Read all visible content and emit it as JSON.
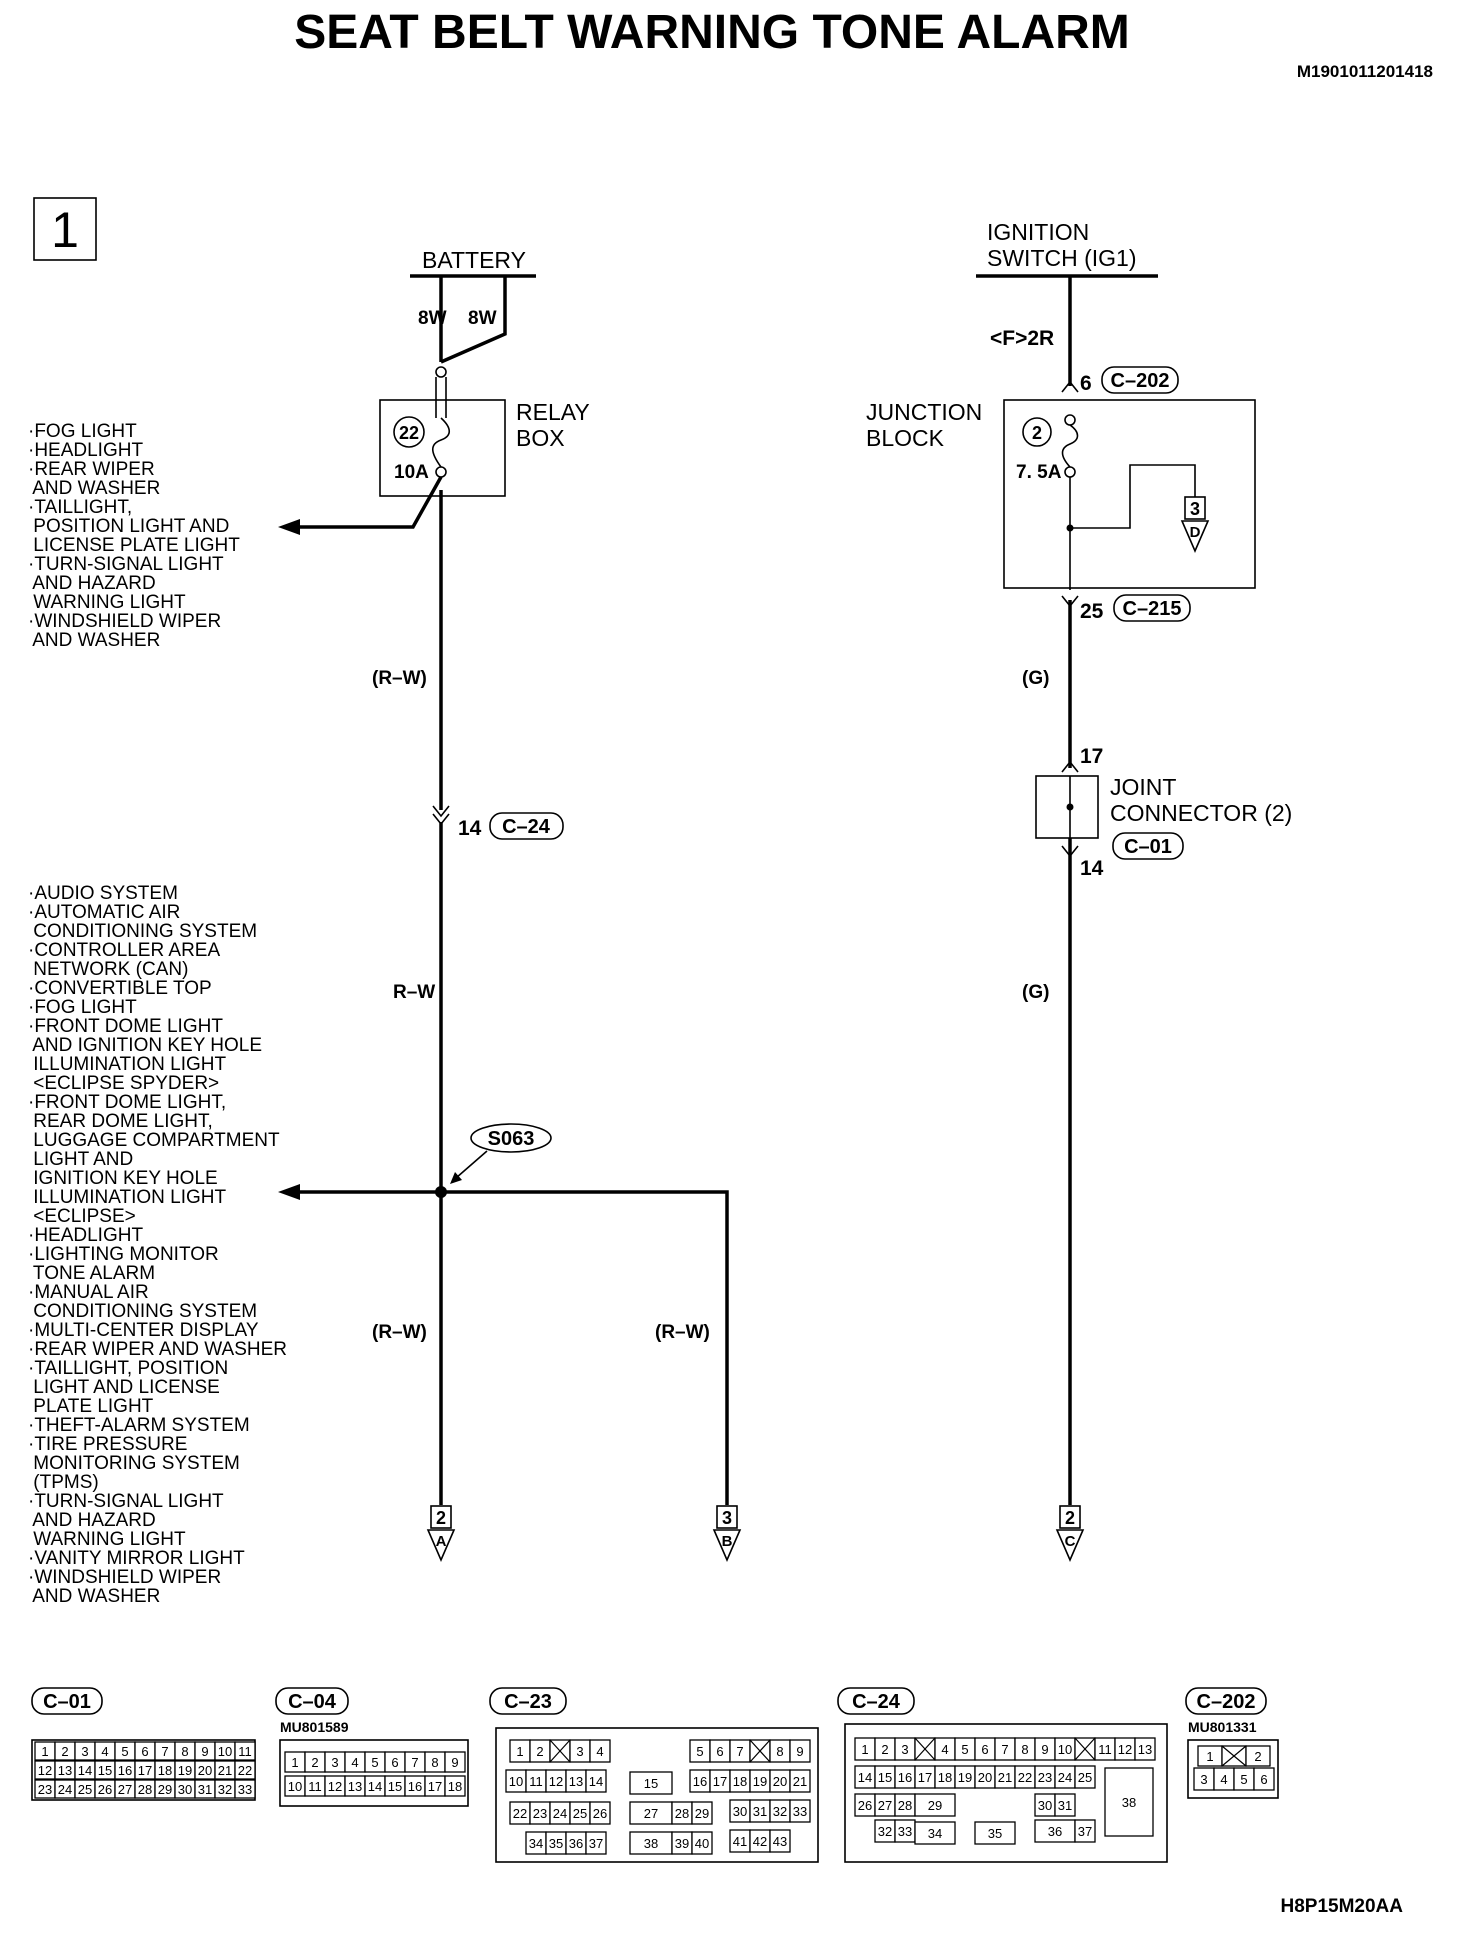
{
  "header": {
    "title": "SEAT BELT WARNING TONE ALARM",
    "doc_id": "M1901011201418",
    "footer_code": "H8P15M20AA",
    "page_number": "1"
  },
  "battery": {
    "label": "BATTERY",
    "wire_left": "8W",
    "wire_right": "8W"
  },
  "relay_box": {
    "label_line1": "RELAY",
    "label_line2": "BOX",
    "fuse_no": "22",
    "fuse_amp": "10A"
  },
  "left_circuits": [
    "·FOG LIGHT",
    "·HEADLIGHT",
    "·REAR WIPER",
    " AND WASHER",
    "·TAILLIGHT,",
    " POSITION LIGHT AND",
    " LICENSE PLATE LIGHT",
    "·TURN-SIGNAL LIGHT",
    " AND HAZARD",
    " WARNING LIGHT",
    "·WINDSHIELD WIPER",
    " AND WASHER"
  ],
  "left_wire": {
    "color1": "(R–W)",
    "pin": "14",
    "connector": "C–24",
    "color2": "R–W",
    "splice": "S063",
    "color3": "(R–W)",
    "branch_color": "(R–W)"
  },
  "splice_circuits": [
    "·AUDIO SYSTEM",
    "·AUTOMATIC AIR",
    " CONDITIONING SYSTEM",
    "·CONTROLLER AREA",
    " NETWORK (CAN)",
    "·CONVERTIBLE TOP",
    "·FOG LIGHT",
    "·FRONT DOME LIGHT",
    " AND IGNITION KEY HOLE",
    " ILLUMINATION LIGHT",
    " <ECLIPSE SPYDER>",
    "·FRONT DOME LIGHT,",
    " REAR DOME LIGHT,",
    " LUGGAGE COMPARTMENT",
    " LIGHT AND",
    " IGNITION KEY HOLE",
    " ILLUMINATION LIGHT",
    " <ECLIPSE>",
    "·HEADLIGHT",
    "·LIGHTING MONITOR",
    " TONE ALARM",
    "·MANUAL AIR",
    " CONDITIONING SYSTEM",
    "·MULTI-CENTER DISPLAY",
    "·REAR WIPER AND WASHER",
    "·TAILLIGHT, POSITION",
    " LIGHT AND LICENSE",
    " PLATE LIGHT",
    "·THEFT-ALARM SYSTEM",
    "·TIRE PRESSURE",
    " MONITORING SYSTEM",
    " (TPMS)",
    "·TURN-SIGNAL LIGHT",
    " AND HAZARD",
    " WARNING LIGHT",
    "·VANITY MIRROR LIGHT",
    "·WINDSHIELD WIPER",
    " AND WASHER"
  ],
  "ignition": {
    "label_line1": "IGNITION",
    "label_line2": "SWITCH (IG1)",
    "wire": "<F>2R"
  },
  "junction_block": {
    "label_line1": "JUNCTION",
    "label_line2": "BLOCK",
    "fuse_no": "2",
    "fuse_amp": "7. 5A",
    "in_pin": "6",
    "in_connector": "C–202",
    "out_pin": "25",
    "out_connector": "C–215",
    "ref_page": "3",
    "ref_letter": "D"
  },
  "right_wire": {
    "color1": "(G)",
    "color2": "(G)"
  },
  "joint_connector": {
    "label_line1": "JOINT",
    "label_line2": "CONNECTOR (2)",
    "in_pin": "17",
    "out_pin": "14",
    "connector": "C–01"
  },
  "continuations": [
    {
      "page": "2",
      "letter": "A"
    },
    {
      "page": "3",
      "letter": "B"
    },
    {
      "page": "2",
      "letter": "C"
    }
  ],
  "connectors": {
    "c01": {
      "name": "C–01",
      "rows": [
        [
          "1",
          "2",
          "3",
          "4",
          "5",
          "6",
          "7",
          "8",
          "9",
          "10",
          "11"
        ],
        [
          "12",
          "13",
          "14",
          "15",
          "16",
          "17",
          "18",
          "19",
          "20",
          "21",
          "22"
        ],
        [
          "23",
          "24",
          "25",
          "26",
          "27",
          "28",
          "29",
          "30",
          "31",
          "32",
          "33"
        ]
      ]
    },
    "c04": {
      "name": "C–04",
      "part": "MU801589",
      "rows": [
        [
          "1",
          "2",
          "3",
          "4",
          "5",
          "6",
          "7",
          "8",
          "9"
        ],
        [
          "10",
          "11",
          "12",
          "13",
          "14",
          "15",
          "16",
          "17",
          "18"
        ]
      ]
    },
    "c23": {
      "name": "C–23",
      "top_left": [
        "1",
        "2",
        "",
        "3",
        "4"
      ],
      "top_right": [
        "5",
        "6",
        "7",
        "",
        "8",
        "9"
      ],
      "mid_left": [
        "10",
        "11",
        "12",
        "13",
        "14"
      ],
      "mid_center": "15",
      "mid_right": [
        "16",
        "17",
        "18",
        "19",
        "20",
        "21"
      ],
      "r3_left": [
        "22",
        "23",
        "24",
        "25",
        "26"
      ],
      "r3_center": [
        "27",
        "28",
        "29"
      ],
      "r3_right": [
        "30",
        "31",
        "32",
        "33"
      ],
      "r4_left": [
        "34",
        "35",
        "36",
        "37"
      ],
      "r4_center": [
        "38",
        "39",
        "40"
      ],
      "r4_right": [
        "41",
        "42",
        "43"
      ]
    },
    "c24": {
      "name": "C–24",
      "r1": [
        "1",
        "2",
        "3",
        "",
        "4",
        "5",
        "6",
        "7",
        "8",
        "9",
        "10",
        "",
        "11",
        "12",
        "13"
      ],
      "r2": [
        "14",
        "15",
        "16",
        "17",
        "18",
        "19",
        "20",
        "21",
        "22",
        "23",
        "24",
        "25"
      ],
      "r3a": [
        "26",
        "27",
        "28"
      ],
      "r3b": "29",
      "r3c": [
        "30",
        "31"
      ],
      "r4a": [
        "32",
        "33"
      ],
      "r4b": "34",
      "r4c": "35",
      "r4d": [
        "36",
        "37"
      ],
      "big": "38"
    },
    "c202": {
      "name": "C–202",
      "part": "MU801331",
      "r1": [
        "1",
        "",
        "2"
      ],
      "r2": [
        "3",
        "4",
        "5",
        "6"
      ]
    }
  }
}
